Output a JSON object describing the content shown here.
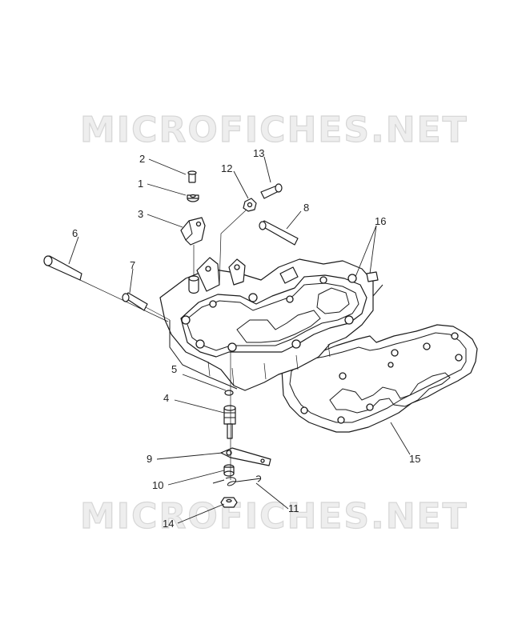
{
  "watermark": {
    "top": "MICROFICHES.NET",
    "bottom": "MICROFICHES.NET"
  },
  "callouts": [
    "1",
    "2",
    "3",
    "4",
    "5",
    "6",
    "7",
    "8",
    "9",
    "10",
    "11",
    "12",
    "13",
    "14",
    "15",
    "16"
  ]
}
